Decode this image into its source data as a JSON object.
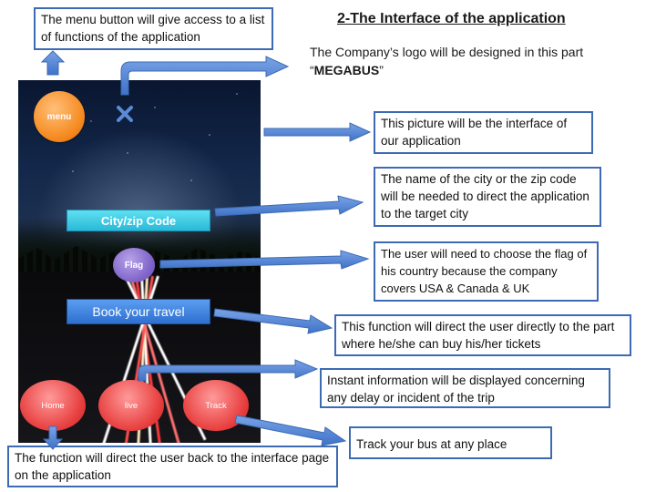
{
  "title": "2-The Interface of the application",
  "logo_note": {
    "text": "The Company’s logo will be designed in this part “",
    "brand": "MEGABUS",
    "close_quote": "”"
  },
  "phone": {
    "menu_label": "menu",
    "city_label": "City/zip Code",
    "flag_label": "Flag",
    "book_label": "Book your travel",
    "home_label": "Home",
    "live_label": "live",
    "track_label": "Track"
  },
  "callouts": {
    "menu": "The menu button will give access to a list of functions of the application",
    "picture": "This picture will be the interface of our application",
    "city": "The name of the city or the zip code will be needed to direct the application to the target city",
    "flag": "The user will need to choose the flag of his country because the company covers USA & Canada & UK",
    "book": "This function will direct the user directly to the part where he/she can buy his/her tickets",
    "live": "Instant information will be displayed concerning any delay or incident of the trip",
    "track": "Track your bus at any place",
    "home": "The function will direct the user back to the interface page on the application"
  },
  "colors": {
    "box_border": "#3d6bb3",
    "arrow_fill": "#5b8bd6",
    "menu_button": "#f58a1f",
    "city_field": "#29b9d8",
    "flag_button": "#7b5fc8",
    "book_button": "#2f6fd0",
    "nav_buttons": "#e84040"
  }
}
